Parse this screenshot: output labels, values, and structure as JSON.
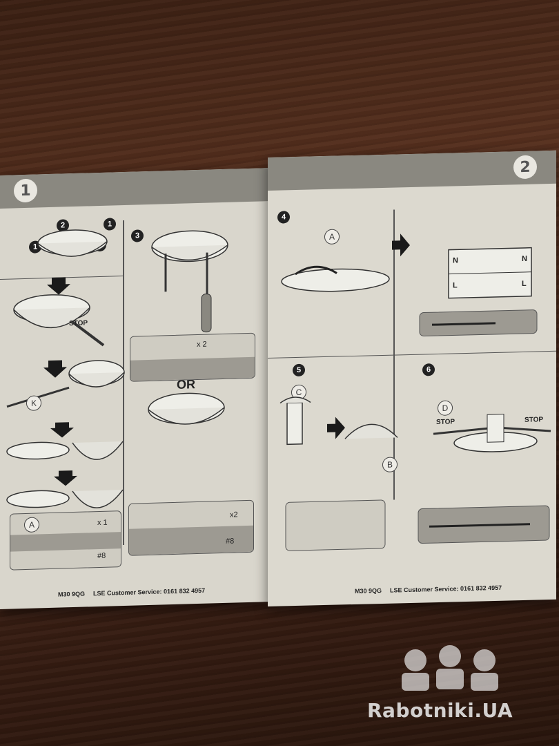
{
  "booklet": {
    "left_page": {
      "page_number": "1",
      "steps": [
        "1",
        "2",
        "2",
        "1",
        "3"
      ],
      "letters": [
        "K",
        "A"
      ],
      "stop_label": "STOP",
      "or_label": "OR",
      "qty_x2_a": "x 2",
      "qty_x1": "x 1",
      "qty_x2_b": "x2",
      "wrench_size_a": "#8",
      "wrench_size_b": "#8",
      "footer": {
        "postcode": "M30 9QG",
        "service": "LSE Customer Service: 0161 832 4957"
      }
    },
    "right_page": {
      "page_number": "2",
      "steps": [
        "4",
        "5",
        "6"
      ],
      "letters": [
        "A",
        "C",
        "B",
        "C",
        "D"
      ],
      "terminal_labels": [
        "N",
        "L",
        "N",
        "L"
      ],
      "stop_label_1": "STOP",
      "stop_label_2": "STOP",
      "footer": {
        "postcode": "M30 9QG",
        "service": "LSE Customer Service: 0161 832 4957"
      }
    }
  },
  "watermark": {
    "text": "Rabotniki.UA"
  },
  "colors": {
    "wood": "#4a2a1a",
    "paper": "#d9d6cc",
    "band": "#8a8880"
  }
}
